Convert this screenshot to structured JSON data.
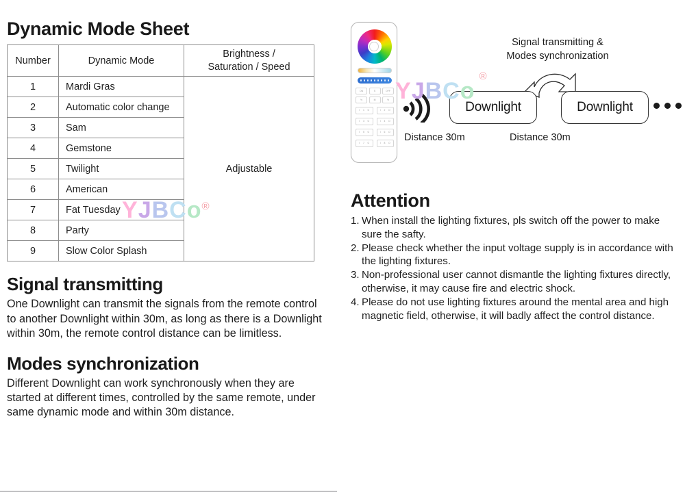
{
  "left": {
    "table_title": "Dynamic Mode Sheet",
    "table": {
      "headers": [
        "Number",
        "Dynamic Mode",
        "Brightness /\nSaturation / Speed"
      ],
      "header_number": "Number",
      "header_mode": "Dynamic Mode",
      "header_bright_line1": "Brightness /",
      "header_bright_line2": "Saturation / Speed",
      "adjustable_value": "Adjustable",
      "rows": [
        {
          "number": "1",
          "mode": "Mardi Gras"
        },
        {
          "number": "2",
          "mode": "Automatic color change"
        },
        {
          "number": "3",
          "mode": "Sam"
        },
        {
          "number": "4",
          "mode": "Gemstone"
        },
        {
          "number": "5",
          "mode": "Twilight"
        },
        {
          "number": "6",
          "mode": "American"
        },
        {
          "number": "7",
          "mode": "Fat Tuesday"
        },
        {
          "number": "8",
          "mode": "Party"
        },
        {
          "number": "9",
          "mode": "Slow Color Splash"
        }
      ]
    },
    "signal_section": {
      "heading": "Signal transmitting",
      "body": "One Downlight can transmit the signals from the remote control to another Downlight within 30m, as long as there is a Downlight within 30m, the remote control distance can be limitless."
    },
    "modes_section": {
      "heading": "Modes synchronization",
      "body": "Different Downlight can work synchronously when they are started at different times, controlled by the same remote, under same dynamic mode and within 30m distance."
    }
  },
  "right": {
    "diagram": {
      "caption_line1": "Signal transmitting &",
      "caption_line2": "Modes synchronization",
      "downlight_1": "Downlight",
      "downlight_2": "Downlight",
      "distance_1": "Distance 30m",
      "distance_2": "Distance 30m",
      "remote": {
        "keys_row1": [
          "ON",
          "S",
          "OFF"
        ],
        "keys_row2": [
          "%",
          "M",
          "%"
        ],
        "zone_rows": [
          [
            "I",
            "1",
            "O"
          ],
          [
            "I",
            "2",
            "O"
          ],
          [
            "I",
            "3",
            "O"
          ],
          [
            "I",
            "4",
            "O"
          ],
          [
            "I",
            "5",
            "O"
          ],
          [
            "I",
            "6",
            "O"
          ],
          [
            "I",
            "7",
            "O"
          ],
          [
            "I",
            "8",
            "O"
          ]
        ]
      }
    },
    "attention": {
      "heading": "Attention",
      "items": [
        {
          "num": "1.",
          "text": "When install the lighting fixtures, pls switch off the power to make sure the safty."
        },
        {
          "num": "2.",
          "text": "Please check whether the input voltage supply is in accordance with the lighting fixtures."
        },
        {
          "num": "3.",
          "text": "Non-professional user cannot dismantle the lighting fixtures directly, otherwise, it may cause fire and electric shock."
        },
        {
          "num": "4.",
          "text": "Please do not use lighting fixtures around the mental area and high magnetic field, otherwise, it will badly affect the control distance."
        }
      ]
    }
  },
  "watermark": {
    "y": "Y",
    "j": "J",
    "b": "B",
    "c": "C",
    "o": "o",
    "reg": "®"
  },
  "colors": {
    "table_border": "#8d8d8d",
    "text": "#1f1f1f",
    "heading": "#191919",
    "rule": "#77777c"
  }
}
